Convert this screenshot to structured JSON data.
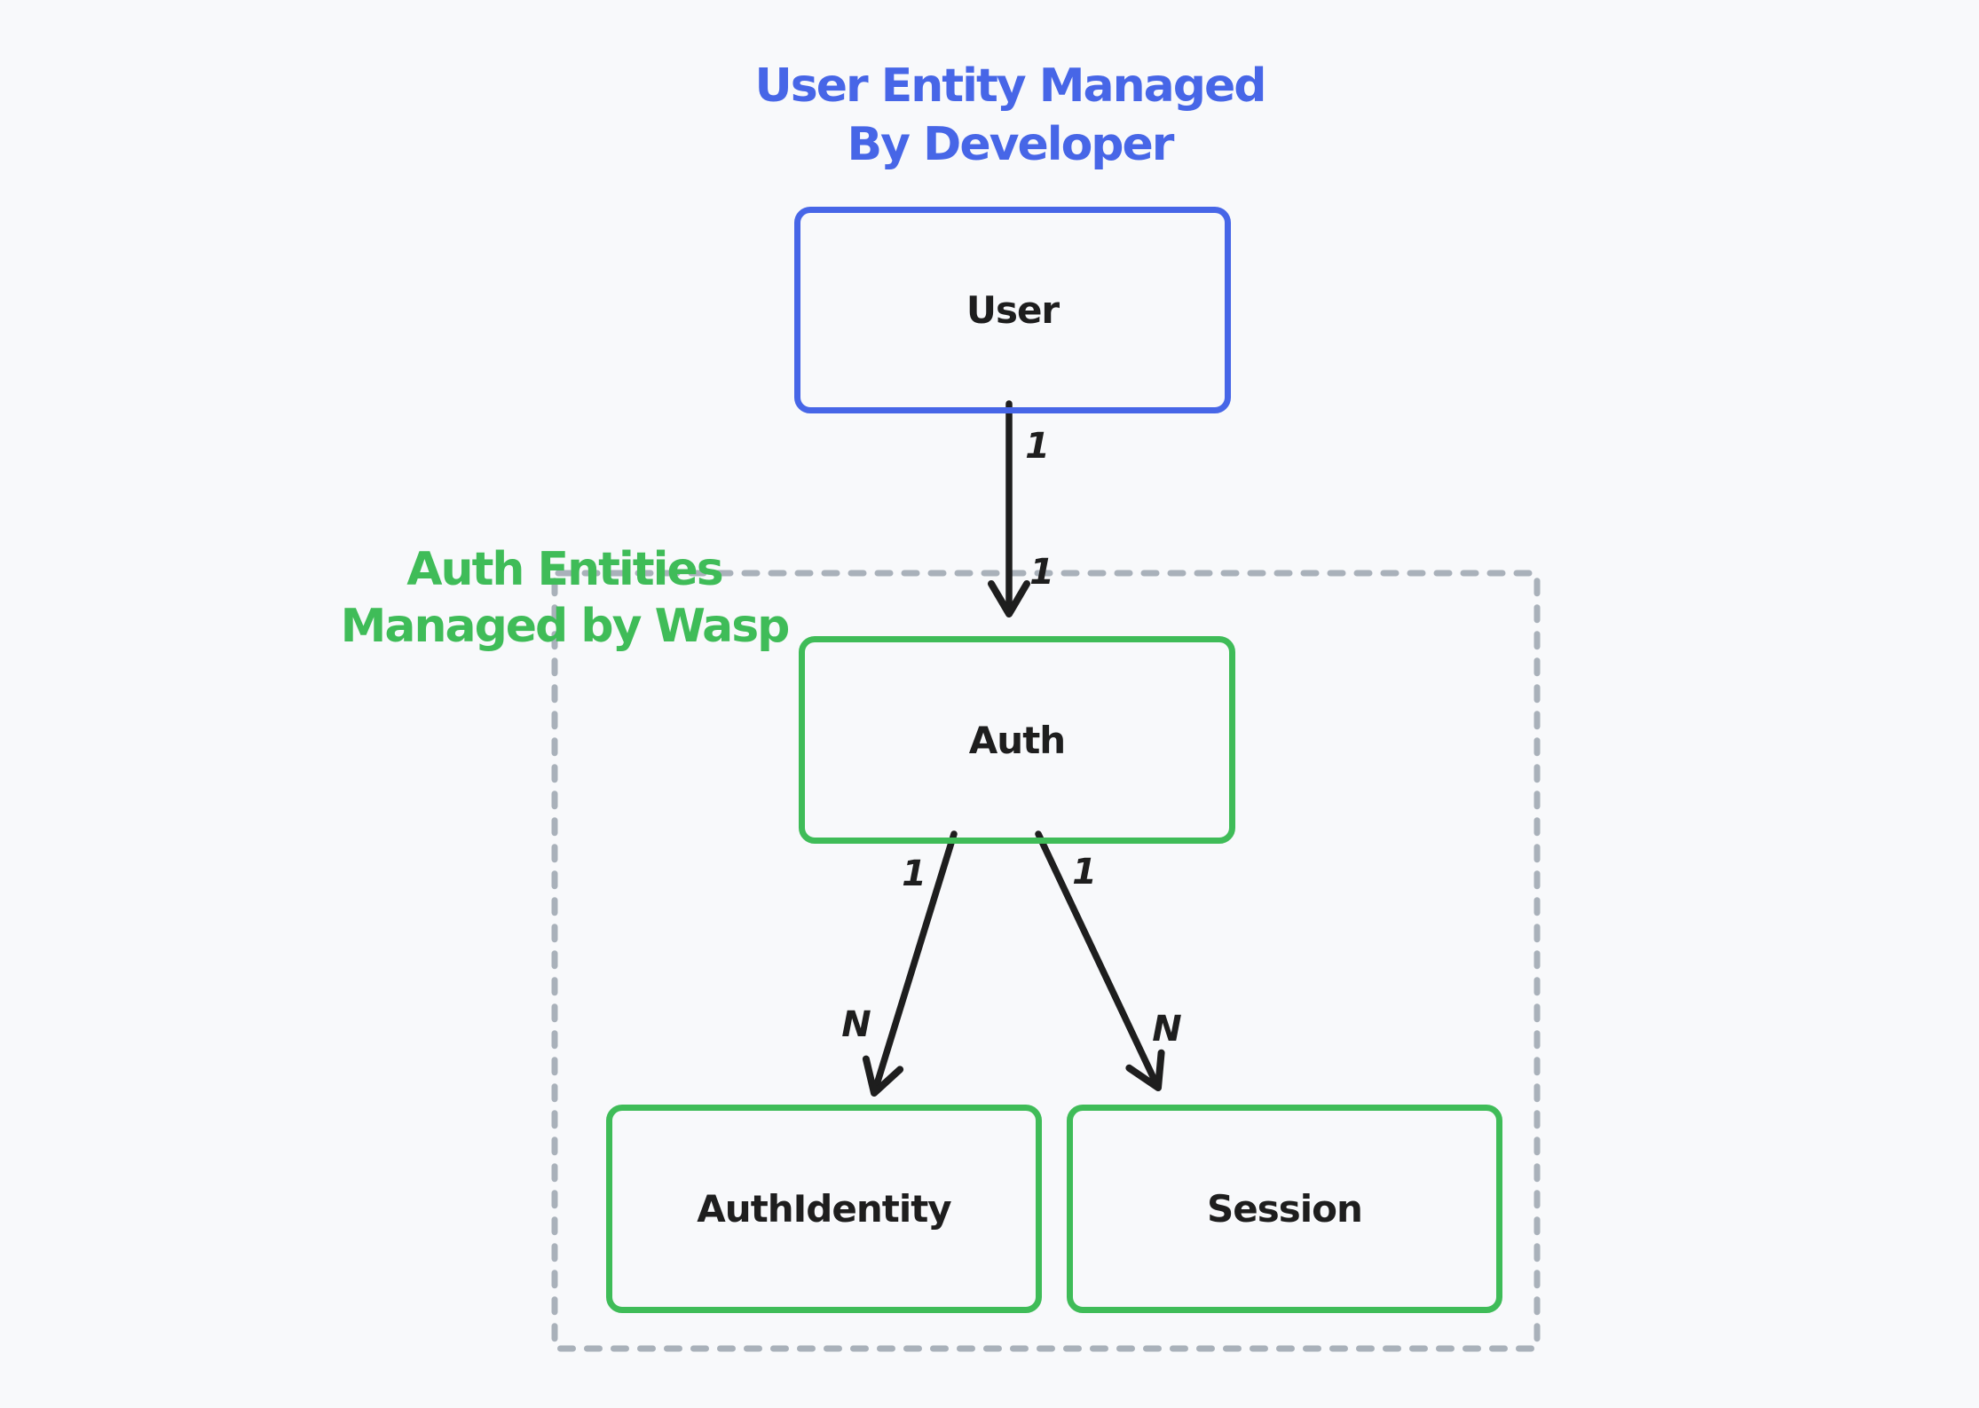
{
  "diagram": {
    "background_color": "#f8f9fb",
    "line_color": "#1e1e1e",
    "boundary_color": "#a9b1ba",
    "captions": {
      "user_entity": {
        "lines": [
          "User Entity Managed",
          "By Developer"
        ],
        "color": "#4766e7"
      },
      "auth_entities": {
        "lines": [
          "Auth Entities",
          "Managed by Wasp"
        ],
        "color": "#3fbc58"
      }
    },
    "entities": [
      {
        "label": "User",
        "border_color": "#4766e7"
      },
      {
        "label": "Auth",
        "border_color": "#3fbc58"
      },
      {
        "label": "AuthIdentity",
        "border_color": "#3fbc58"
      },
      {
        "label": "Session",
        "border_color": "#3fbc58"
      }
    ],
    "relationships": [
      {
        "from": "User",
        "to": "Auth",
        "from_cardinality": "1",
        "to_cardinality": "1"
      },
      {
        "from": "Auth",
        "to": "AuthIdentity",
        "from_cardinality": "1",
        "to_cardinality": "N"
      },
      {
        "from": "Auth",
        "to": "Session",
        "from_cardinality": "1",
        "to_cardinality": "N"
      }
    ]
  }
}
